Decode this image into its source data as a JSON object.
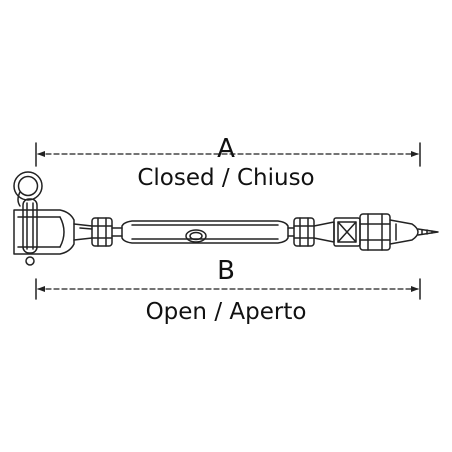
{
  "diagram": {
    "dimension_a": {
      "letter": "A",
      "caption": "Closed / Chiuso"
    },
    "dimension_b": {
      "letter": "B",
      "caption": "Open / Aperto"
    }
  }
}
